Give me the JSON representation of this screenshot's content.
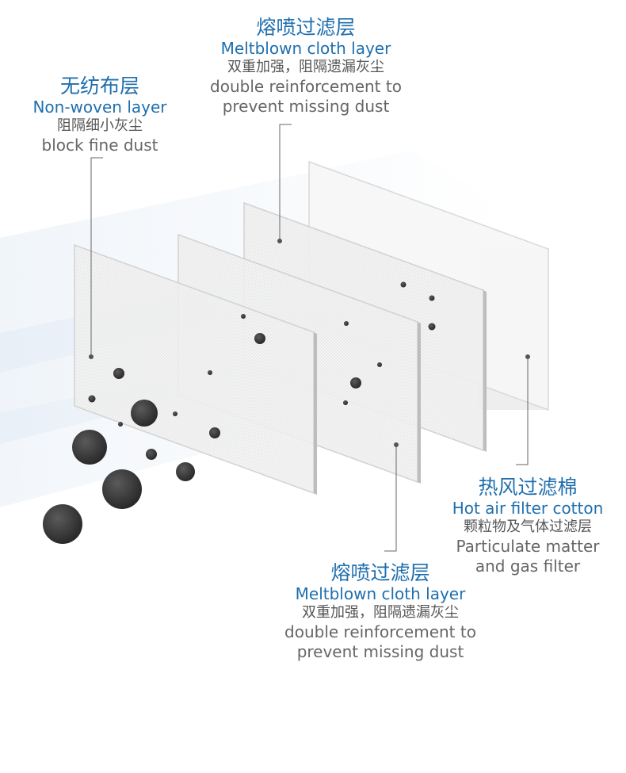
{
  "colors": {
    "accent": "#1f6fae",
    "desc": "#666666",
    "panel": "#f6f6f6",
    "panel_edge": "#c9c9c9",
    "particle": "#3b3b3b",
    "leader": "#666666"
  },
  "layers": {
    "nonwoven": {
      "cn": "无纺布层",
      "en": "Non-woven layer",
      "desc_cn": "阻隔细小灰尘",
      "desc_en": "block fine dust"
    },
    "meltblown_top": {
      "cn": "熔喷过滤层",
      "en": "Meltblown cloth layer",
      "desc_cn": "双重加强，阻隔遗漏灰尘",
      "desc_en_1": "double reinforcement to",
      "desc_en_2": "prevent missing dust"
    },
    "hot_air": {
      "cn": "热风过滤棉",
      "en": "Hot air filter cotton",
      "desc_cn": "颗粒物及气体过滤层",
      "desc_en_1": "Particulate matter",
      "desc_en_2": "and gas filter"
    },
    "meltblown_bottom": {
      "cn": "熔喷过滤层",
      "en": "Meltblown cloth layer",
      "desc_cn": "双重加强，阻隔遗漏灰尘",
      "desc_en_1": "double reinforcement to",
      "desc_en_2": "prevent missing dust"
    }
  }
}
